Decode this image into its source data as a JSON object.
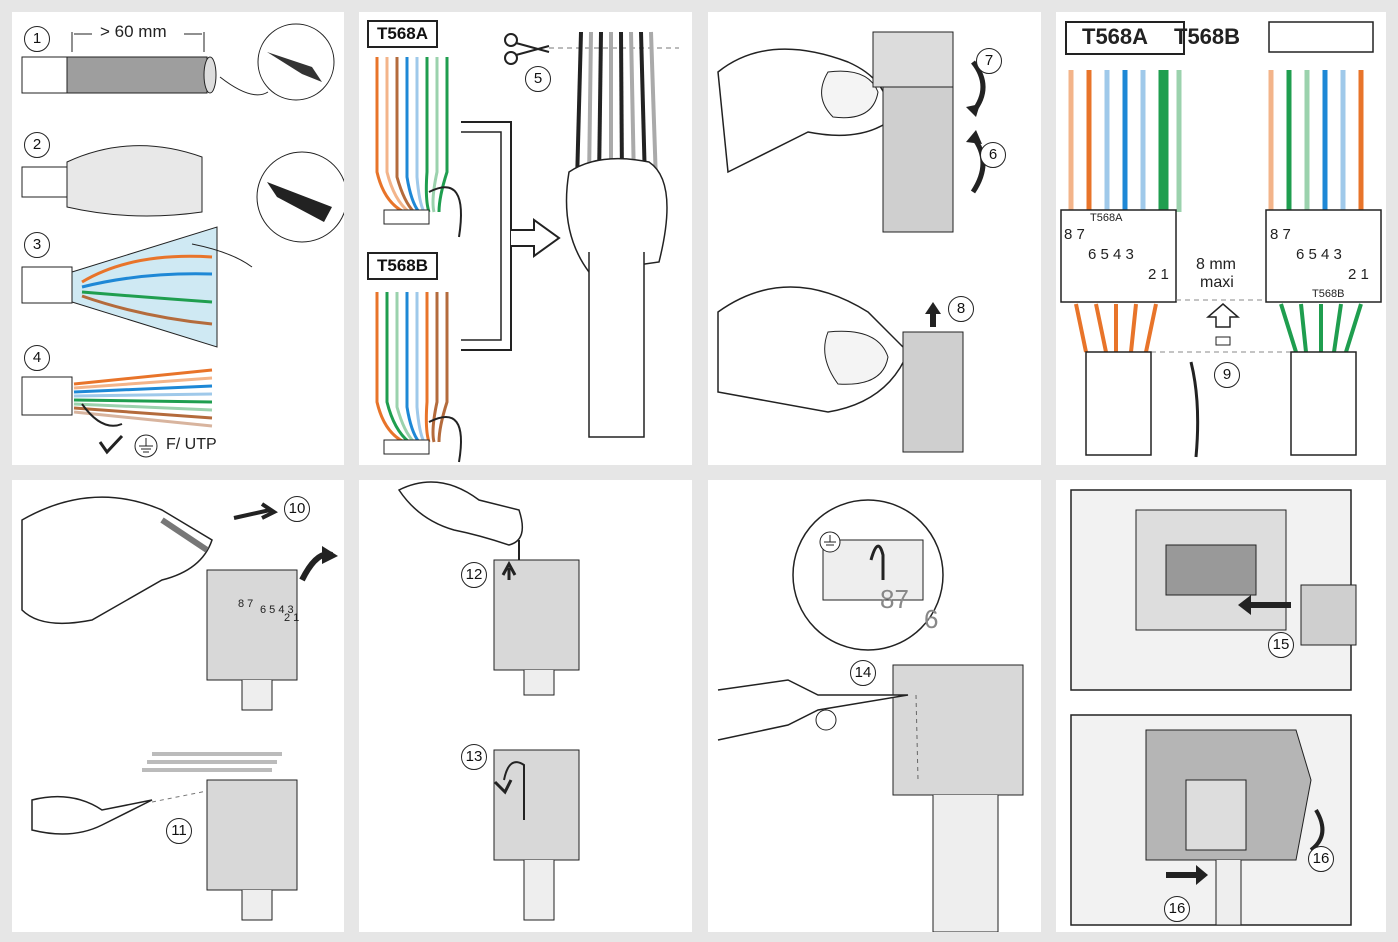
{
  "colors": {
    "orange": "#e8742a",
    "blue": "#1e88d6",
    "green": "#1f9e4f",
    "brown": "#b46b3c",
    "gray": "#bbbbbb",
    "line": "#222222",
    "background": "#e6e6e6"
  },
  "steps": [
    "1",
    "2",
    "3",
    "4",
    "5",
    "6",
    "7",
    "8",
    "9",
    "10",
    "11",
    "12",
    "13",
    "14",
    "15",
    "16",
    "16"
  ],
  "panel1": {
    "measure": "> 60 mm",
    "shield_label": "F/ UTP",
    "ground_icon": "ground-icon"
  },
  "panel2": {
    "standard_a": "T568A",
    "standard_b": "T568B"
  },
  "panel4": {
    "title_a": "T568A",
    "title_b": "T568B",
    "left_connector_label": "T568A",
    "right_connector_label": "T568B",
    "pins_left_top": "8 7",
    "pins_left_mid": "6 5 4 3",
    "pins_left_low": "2 1",
    "pins_right_top": "8 7",
    "pins_right_mid": "6 5 4 3",
    "pins_right_low": "2 1",
    "gap_value": "8 mm",
    "gap_note": "maxi"
  },
  "connector_pins": {
    "a": "8 7",
    "b": "6 5 4 3",
    "c": "2 1"
  },
  "panel7": {
    "zoom_pins": "87",
    "zoom_pin_cut": "6"
  }
}
